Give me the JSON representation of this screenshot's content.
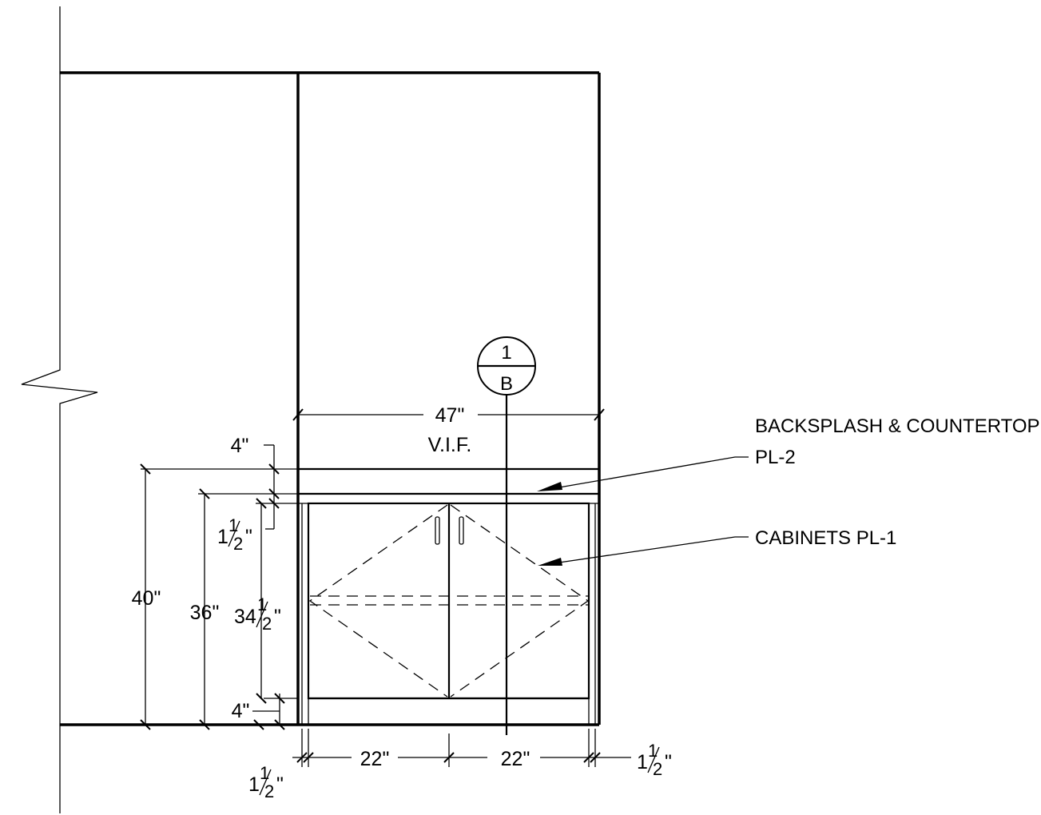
{
  "section_tag": {
    "number": "1",
    "sheet": "B"
  },
  "dimensions": {
    "overall_width": "47\"",
    "vif": "V.I.F.",
    "total_height": "40\"",
    "counter_height": "36\"",
    "cabinet_height_whole": "34",
    "backsplash": "4\"",
    "toe_kick": "4\"",
    "door_width_left": "22\"",
    "door_width_right": "22\"",
    "fraction_numerator": "1",
    "fraction_denominator": "2",
    "inch_mark": "\""
  },
  "notes": {
    "countertop_line1": "BACKSPLASH & COUNTERTOP",
    "countertop_line2": "PL-2",
    "cabinets": "CABINETS PL-1"
  }
}
